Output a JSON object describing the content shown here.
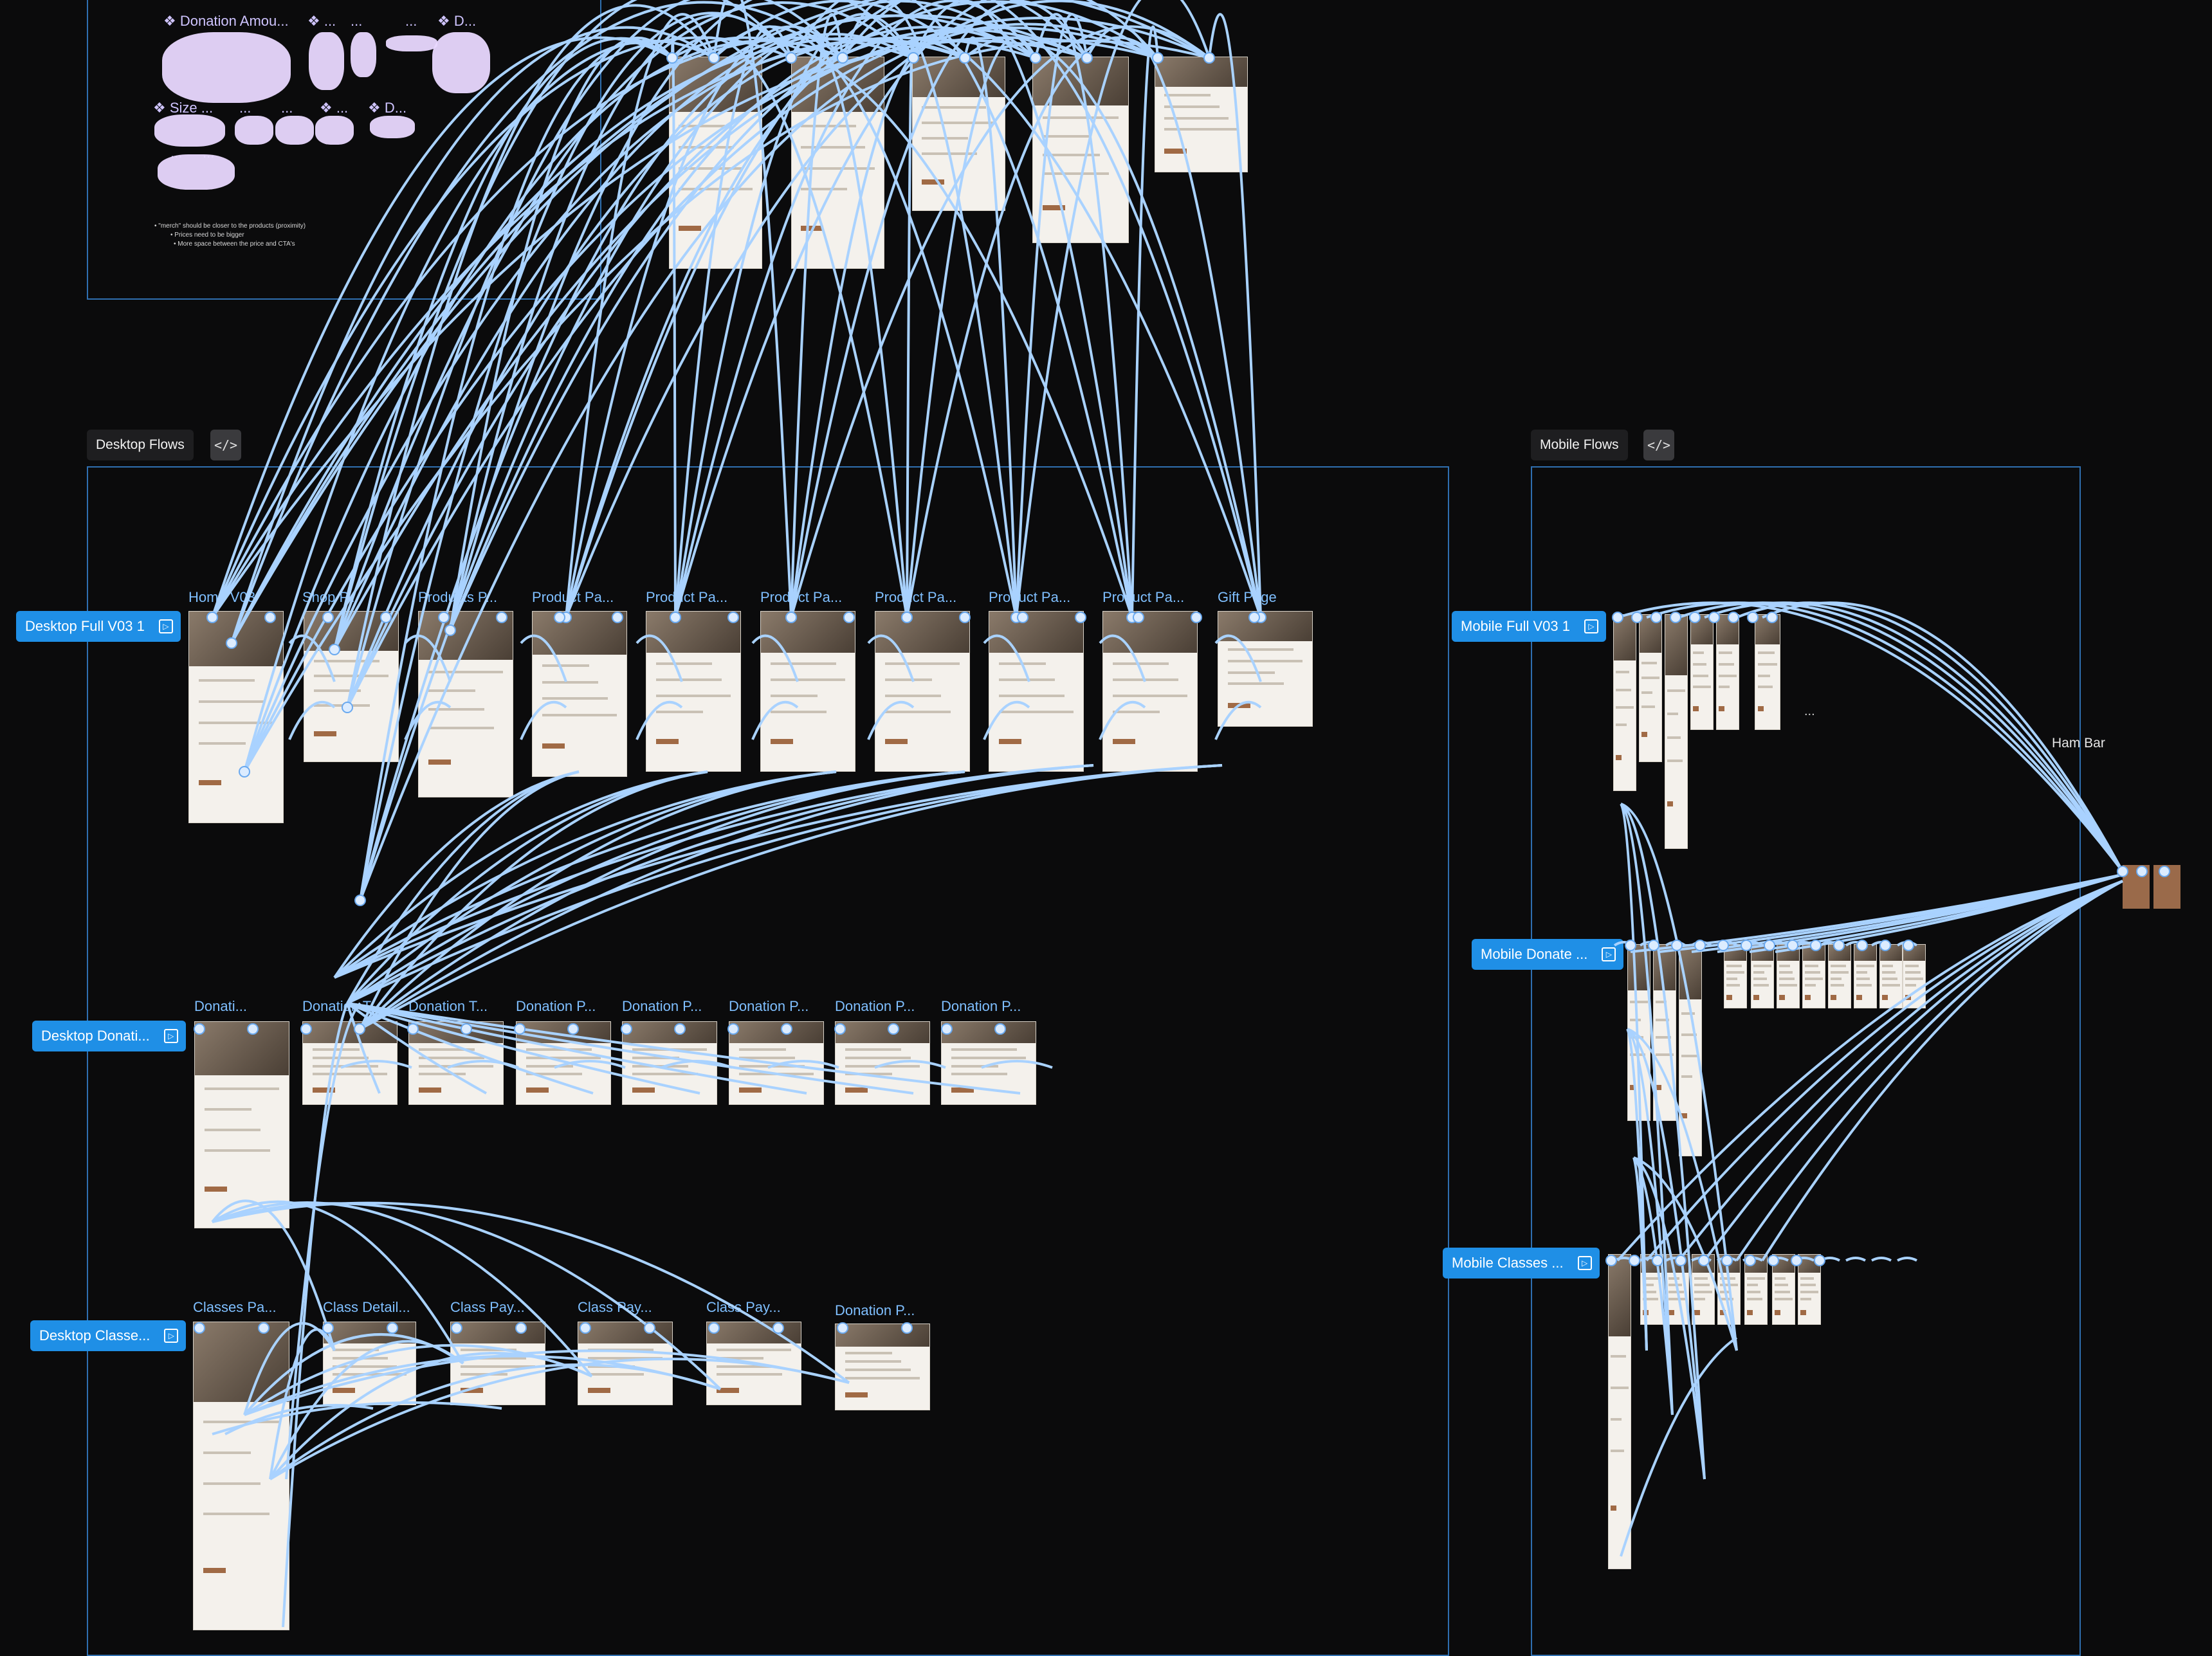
{
  "sections": {
    "desktop": {
      "label": "Desktop Flows",
      "code_icon": "</>"
    },
    "mobile": {
      "label": "Mobile Flows",
      "code_icon": "</>"
    }
  },
  "flows": {
    "desktop_full": "Desktop Full V03 1",
    "desktop_donation": "Desktop Donati...",
    "desktop_classes": "Desktop Classe...",
    "mobile_full": "Mobile Full V03 1",
    "mobile_donate": "Mobile Donate ...",
    "mobile_classes": "Mobile Classes ..."
  },
  "frames": {
    "row1": [
      "Home V03",
      "Shop P...",
      "Products P...",
      "Product Pa...",
      "Product Pa...",
      "Product Pa...",
      "Product Pa...",
      "Product Pa...",
      "Product Pa...",
      "Gift Page"
    ],
    "row2": [
      "Donati...",
      "Donation T...",
      "Donation T...",
      "Donation P...",
      "Donation P...",
      "Donation P...",
      "Donation P...",
      "Donation P..."
    ],
    "row3": [
      "Classes Pa...",
      "Class Detail...",
      "Class Pay...",
      "Class Pay...",
      "Class Pay...",
      "Donation P..."
    ]
  },
  "components": {
    "donation_amount": "❖ Donation Amou...",
    "dots1": "❖ ...",
    "dots2": "...",
    "dots3": "...",
    "d1": "❖ D...",
    "size": "❖ Size ...",
    "dots4": "...",
    "dots5": "...",
    "dots6": "❖ ...",
    "d2": "❖ D...",
    "dots7": "...",
    "dots8": "..."
  },
  "notes": [
    "• \"merch\" should be closer to the products (proximity)",
    "• Prices need to be bigger",
    "• More space between the price and CTA's"
  ],
  "hamburger_label": "Ham Bar",
  "mobile_ellipsis": "..."
}
